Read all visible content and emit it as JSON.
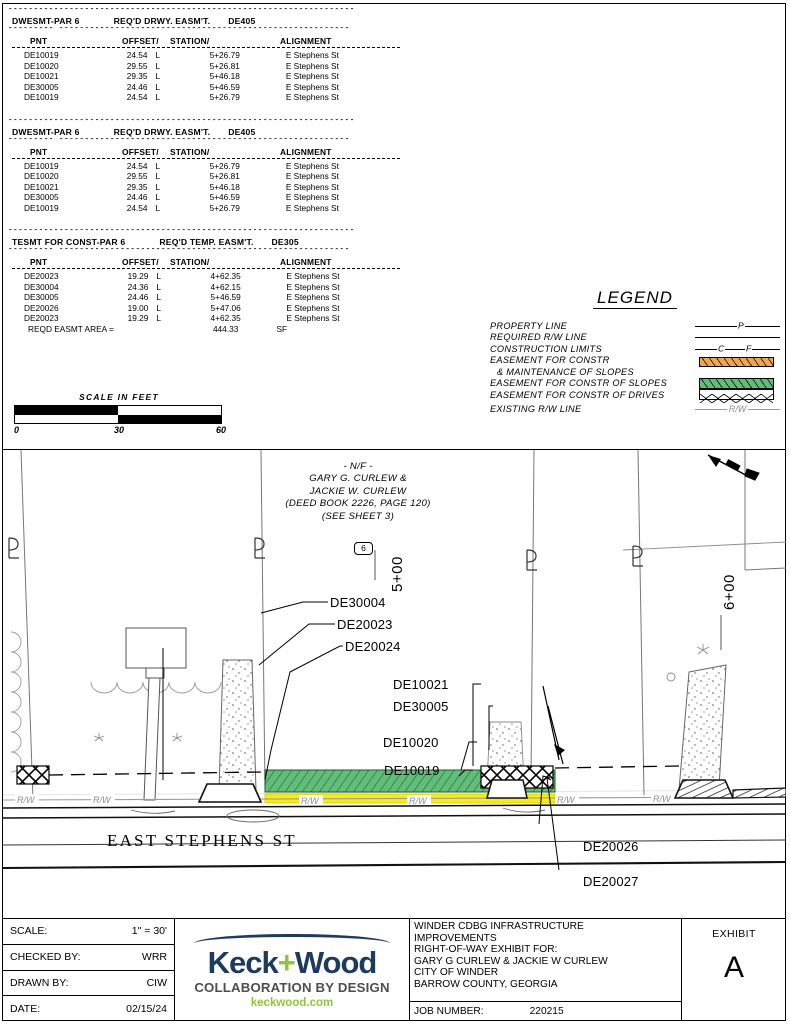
{
  "tables": [
    {
      "title_left": "DWESMT-PAR 6",
      "title_mid": "REQ'D DRWY. EASM'T.",
      "title_right": "DE405",
      "headers": [
        "PNT",
        "OFFSET/",
        "STATION/",
        "ALIGNMENT"
      ],
      "rows": [
        {
          "pnt": "DE10019",
          "offset": "24.54",
          "lr": "L",
          "station": "5+26.79",
          "alignment": "E Stephens St"
        },
        {
          "pnt": "DE10020",
          "offset": "29.55",
          "lr": "L",
          "station": "5+26.81",
          "alignment": "E Stephens St"
        },
        {
          "pnt": "DE10021",
          "offset": "29.35",
          "lr": "L",
          "station": "5+46.18",
          "alignment": "E Stephens St"
        },
        {
          "pnt": "DE30005",
          "offset": "24.46",
          "lr": "L",
          "station": "5+46.59",
          "alignment": "E Stephens St"
        },
        {
          "pnt": "DE10019",
          "offset": "24.54",
          "lr": "L",
          "station": "5+26.79",
          "alignment": "E Stephens St"
        }
      ],
      "area_label": "",
      "area_value": "",
      "area_unit": ""
    },
    {
      "title_left": "DWESMT-PAR 6",
      "title_mid": "REQ'D DRWY. EASM'T.",
      "title_right": "DE405",
      "headers": [
        "PNT",
        "OFFSET/",
        "STATION/",
        "ALIGNMENT"
      ],
      "rows": [
        {
          "pnt": "DE10019",
          "offset": "24.54",
          "lr": "L",
          "station": "5+26.79",
          "alignment": "E Stephens St"
        },
        {
          "pnt": "DE10020",
          "offset": "29.55",
          "lr": "L",
          "station": "5+26.81",
          "alignment": "E Stephens St"
        },
        {
          "pnt": "DE10021",
          "offset": "29.35",
          "lr": "L",
          "station": "5+46.18",
          "alignment": "E Stephens St"
        },
        {
          "pnt": "DE30005",
          "offset": "24.46",
          "lr": "L",
          "station": "5+46.59",
          "alignment": "E Stephens St"
        },
        {
          "pnt": "DE10019",
          "offset": "24.54",
          "lr": "L",
          "station": "5+26.79",
          "alignment": "E Stephens St"
        }
      ],
      "area_label": "",
      "area_value": "",
      "area_unit": ""
    },
    {
      "title_left": "TESMT FOR CONST-PAR 6",
      "title_mid": "REQ'D TEMP. EASM'T.",
      "title_right": "DE305",
      "headers": [
        "PNT",
        "OFFSET/",
        "STATION/",
        "ALIGNMENT"
      ],
      "rows": [
        {
          "pnt": "DE20023",
          "offset": "19.29",
          "lr": "L",
          "station": "4+62.35",
          "alignment": "E Stephens St"
        },
        {
          "pnt": "DE30004",
          "offset": "24.36",
          "lr": "L",
          "station": "4+62.15",
          "alignment": "E Stephens St"
        },
        {
          "pnt": "DE30005",
          "offset": "24.46",
          "lr": "L",
          "station": "5+46.59",
          "alignment": "E Stephens St"
        },
        {
          "pnt": "DE20026",
          "offset": "19.00",
          "lr": "L",
          "station": "5+47.06",
          "alignment": "E Stephens St"
        },
        {
          "pnt": "DE20023",
          "offset": "19.29",
          "lr": "L",
          "station": "4+62.35",
          "alignment": "E Stephens St"
        }
      ],
      "area_label": "REQD EASMT AREA =",
      "area_value": "444.33",
      "area_unit": "SF"
    }
  ],
  "legend": {
    "title": "LEGEND",
    "items": [
      {
        "label": "PROPERTY LINE",
        "symbol": "line-with-p",
        "letter": "P"
      },
      {
        "label": "REQUIRED R/W LINE",
        "symbol": "thick-line",
        "letter": ""
      },
      {
        "label": "CONSTRUCTION LIMITS",
        "symbol": "line-with-cf",
        "letter_c": "C",
        "letter_f": "F"
      },
      {
        "label": "EASEMENT FOR CONSTR",
        "symbol": "none",
        "letter": ""
      },
      {
        "label": "& MAINTENANCE OF SLOPES",
        "symbol": "orange-hatch",
        "letter": ""
      },
      {
        "label": "EASEMENT FOR CONSTR OF SLOPES",
        "symbol": "green-hatch",
        "letter": ""
      },
      {
        "label": "EASEMENT FOR CONSTR OF DRIVES",
        "symbol": "x-hatch",
        "letter": ""
      },
      {
        "label": "EXISTING R/W LINE",
        "symbol": "gray-rw-line",
        "letter": "R/W"
      }
    ],
    "colors": {
      "orange": "#f0a64a",
      "green": "#62bd78",
      "gray": "#9a9a9a"
    }
  },
  "scale_bar": {
    "title": "SCALE IN FEET",
    "tick_0": "0",
    "tick_mid": "30",
    "tick_end": "60"
  },
  "plan": {
    "owner": {
      "nf": "- N/F -",
      "name1": "GARY G. CURLEW &",
      "name2": "JACKIE W. CURLEW",
      "deed": "(DEED BOOK 2226, PAGE 120)",
      "sheet": "(SEE SHEET 3)"
    },
    "parcel_marker": "6",
    "station_left": "5+00",
    "station_right": "6+00",
    "street_name": "EAST STEPHENS ST",
    "rw_text": "R/W",
    "callouts": [
      {
        "id": "DE30004"
      },
      {
        "id": "DE20023"
      },
      {
        "id": "DE20024"
      },
      {
        "id": "DE10021"
      },
      {
        "id": "DE30005"
      },
      {
        "id": "DE10020"
      },
      {
        "id": "DE10019"
      },
      {
        "id": "DE20026"
      },
      {
        "id": "DE20027"
      }
    ],
    "pl_marks": [
      "PL",
      "PL",
      "PL",
      "PL",
      "PL"
    ],
    "north_arrow": "north-arrow-icon"
  },
  "title_block": {
    "scale_label": "SCALE:",
    "scale_value": "1\" = 30'",
    "checked_label": "CHECKED BY:",
    "checked_value": "WRR",
    "drawn_label": "DRAWN BY:",
    "drawn_value": "CIW",
    "date_label": "DATE:",
    "date_value": "02/15/24",
    "logo_name_1": "Keck",
    "logo_plus": "+",
    "logo_name_2": "Wood",
    "logo_tagline": "COLLABORATION BY DESIGN",
    "logo_url": "keckwood.com",
    "project_lines": [
      "WINDER CDBG INFRASTRUCTURE",
      "IMPROVEMENTS",
      "RIGHT-OF-WAY EXHIBIT FOR:",
      "GARY G CURLEW & JACKIE W CURLEW",
      "CITY OF WINDER",
      "BARROW COUNTY, GEORGIA"
    ],
    "job_label": "JOB NUMBER:",
    "job_value": "220215",
    "exhibit_label": "EXHIBIT",
    "exhibit_value": "A",
    "brand_color": "#1f3b5c",
    "accent_color": "#8cc63f"
  }
}
